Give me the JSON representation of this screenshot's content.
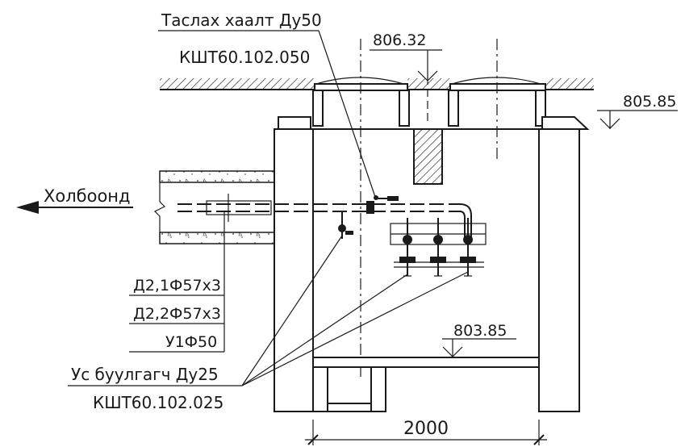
{
  "labels": {
    "valve_name": "Таслах хаалт Ду50",
    "valve_code": "КШТ60.102.050",
    "direction": "Холбоонд",
    "pipe_1": "Д2,1Ф57x3",
    "pipe_2": "Д2,2Ф57x3",
    "pipe_3": "У1Ф50",
    "drain_name": "Ус буулгагч Ду25",
    "drain_code": "КШТ60.102.025"
  },
  "elevations": {
    "top": "806.32",
    "slab": "805.85",
    "floor": "803.85"
  },
  "dimensions": {
    "width": "2000"
  }
}
